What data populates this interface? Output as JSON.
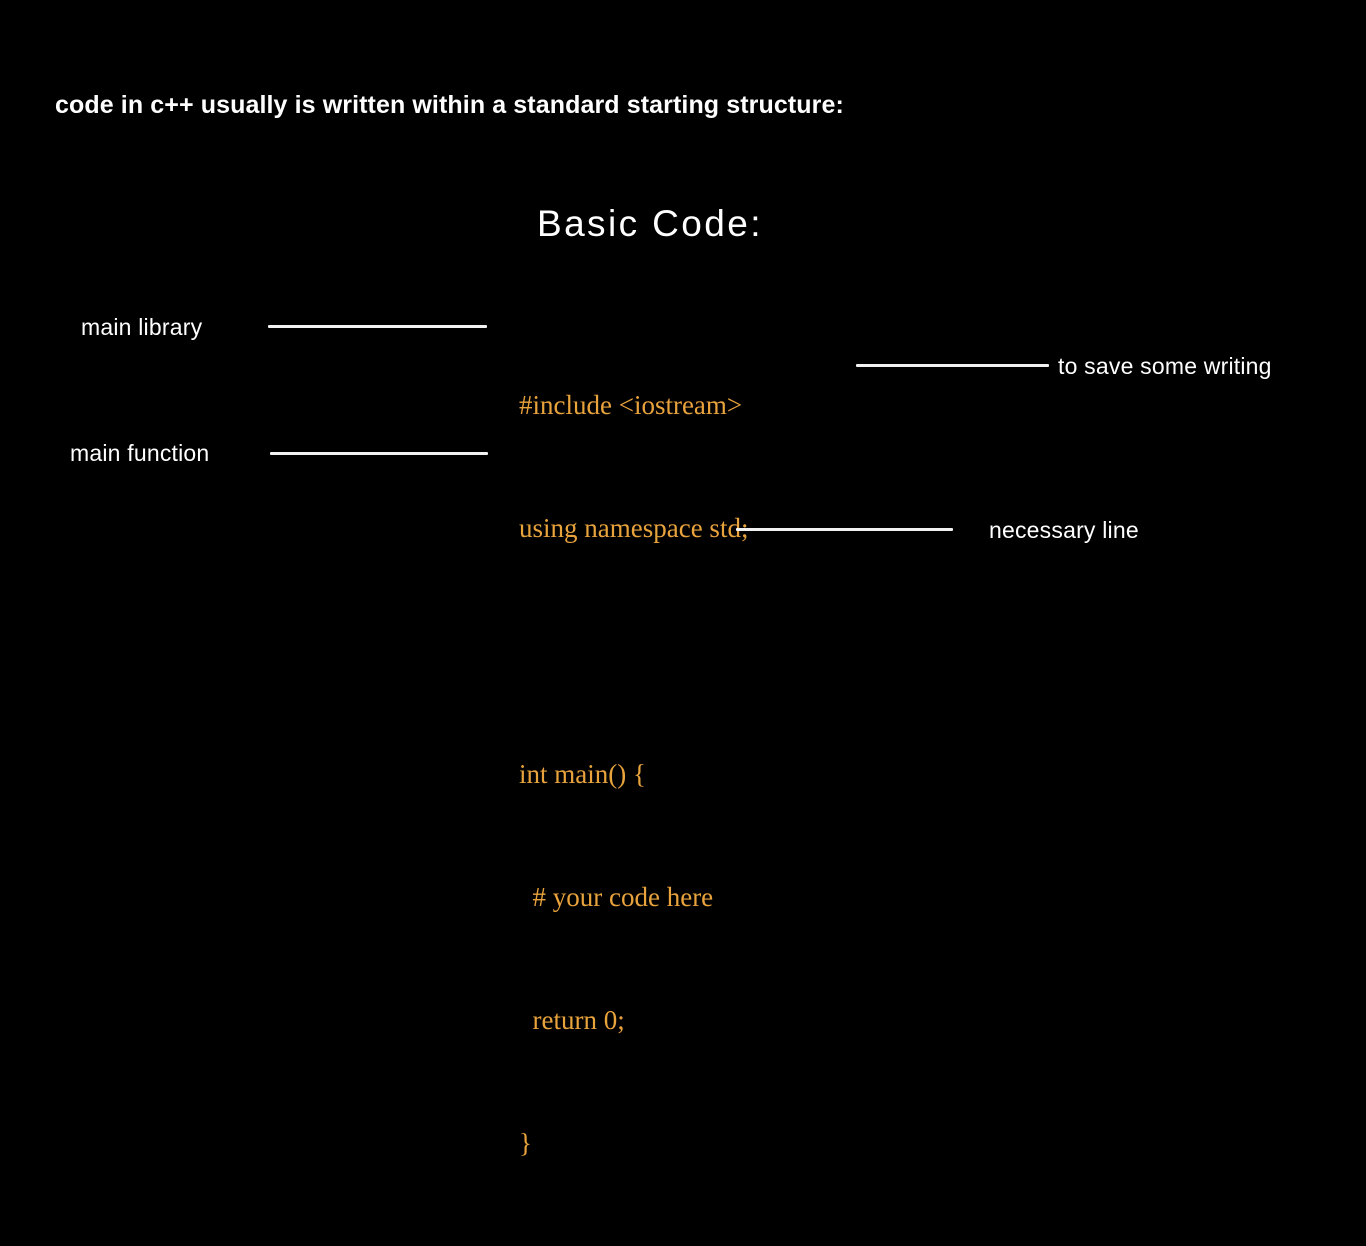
{
  "slide": {
    "background_color": "#000000",
    "headline": "code in c++ usually is written within a standard starting structure:",
    "section_title": "Basic Code:",
    "code_color": "#e8a33d",
    "text_color": "#ffffff",
    "line_color": "#f2f2f2"
  },
  "code": {
    "language": "c++",
    "lines": [
      "#include <iostream>",
      "using namespace std;",
      "",
      "int main() {",
      "  # your code here",
      "  return 0;",
      "}"
    ]
  },
  "annotations": [
    {
      "id": "main-library",
      "label": "main library",
      "side": "left",
      "points_to": "#include <iostream>"
    },
    {
      "id": "main-function",
      "label": "main function",
      "side": "left",
      "points_to": "int main() {"
    },
    {
      "id": "to-save-some-writing",
      "label": "to save some writing",
      "side": "right",
      "points_to": "using namespace std;"
    },
    {
      "id": "necessary-line",
      "label": "necessary line",
      "side": "right",
      "points_to": "return 0;"
    }
  ]
}
